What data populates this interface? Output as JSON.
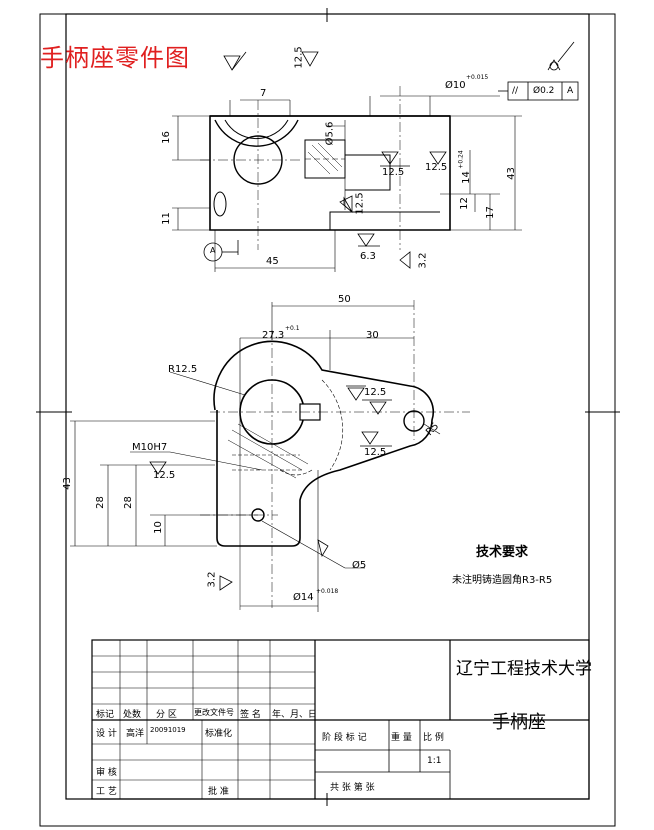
{
  "heading": "手柄座零件图",
  "colors": {
    "heading": "#e02020",
    "line": "#000000"
  },
  "front_view": {
    "dims": {
      "d7": "7",
      "d16": "16",
      "d11": "11",
      "d45": "45",
      "d43": "43",
      "d17": "17",
      "d12": "12",
      "d14": "14",
      "d14_tol": "+0.24",
      "phi5_6": "Ø5.6",
      "phi10": "Ø10",
      "phi10_tol": "+0.015",
      "datum_a": "A"
    },
    "roughness": [
      "12.5",
      "12.5",
      "12.5",
      "12.5",
      "6.3",
      "3.2"
    ],
    "gdt": {
      "symbol": "//",
      "value": "Ø0.2",
      "datum": "A"
    }
  },
  "top_view": {
    "dims": {
      "d50": "50",
      "d30": "30",
      "d27_3": "27.3",
      "d27_3_tol": "+0.1",
      "r12_5": "R12.5",
      "m10h7": "M10H7",
      "d43": "43",
      "d28a": "28",
      "d28b": "28",
      "d10": "10",
      "r5": "R5",
      "phi5": "Ø5",
      "phi14": "Ø14",
      "phi14_tol": "+0.018"
    },
    "roughness": [
      "12.5",
      "12.5",
      "12.5",
      "3.2"
    ]
  },
  "tech": {
    "title": "技术要求",
    "note": "未注明铸造圆角R3-R5"
  },
  "title_block": {
    "university": "辽宁工程技术大学",
    "part_name": "手柄座",
    "row1": [
      "标记",
      "处数",
      "分 区",
      "更改文件号",
      "签 名",
      "年、月、日"
    ],
    "design": "设 计",
    "designer": "高洋",
    "date": "20091019",
    "standard": "标准化",
    "audit": "审 核",
    "process": "工 艺",
    "approve": "批 准",
    "stage": "阶 段 标 记",
    "weight": "重 量",
    "scale_label": "比 例",
    "scale": "1:1",
    "sheets": "共      张  第      张"
  }
}
